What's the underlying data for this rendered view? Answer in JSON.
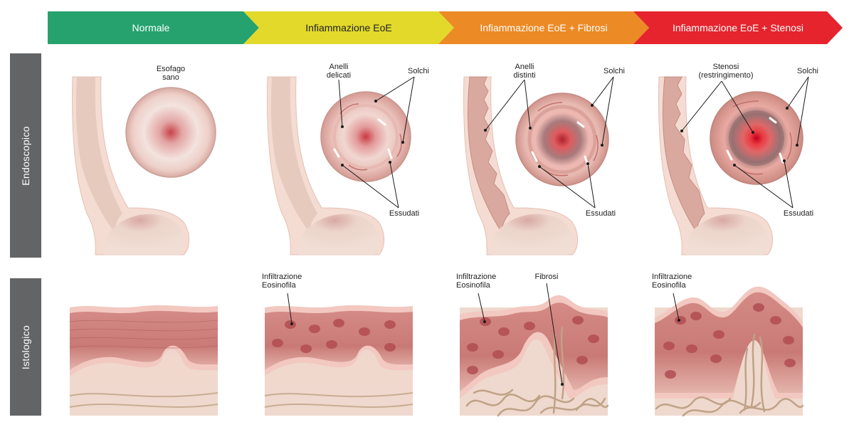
{
  "stages": [
    {
      "label": "Normale",
      "color": "#25a26e"
    },
    {
      "label": "Infiammazione EoE",
      "color": "#e2d92b"
    },
    {
      "label": "Infiammazione EoE + Fibrosi",
      "color": "#ec8a25"
    },
    {
      "label": "Infiammazione EoE + Stenosi",
      "color": "#e5242d"
    }
  ],
  "rows": {
    "endoscopic": "Endoscopico",
    "histologic": "Istologico"
  },
  "annotations": {
    "healthy_esophagus": "Esofago\nsano",
    "delicate_rings": "Anelli\ndelicati",
    "distinct_rings": "Anelli\ndistinti",
    "furrows": "Solchi",
    "exudates": "Essudati",
    "stenosis": "Stenosi\n(restringimento)",
    "eosinophilic_infiltration": "Infiltrazione\nEosinofila",
    "fibrosis": "Fibrosi"
  },
  "colors": {
    "side_label_bg": "#636466",
    "tissue_outer": "#f4d9cf",
    "tissue_wall": "#e3c5b8",
    "mucosa_dark": "#c97370",
    "inflammation": "#d6363d",
    "fiber": "#bfa287"
  }
}
